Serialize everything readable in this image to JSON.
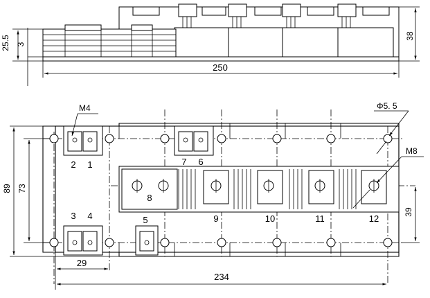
{
  "side_view": {
    "dims": {
      "height_total": "38",
      "height_base": "25.5",
      "height_plate": "3",
      "length": "250"
    }
  },
  "top_view": {
    "dims": {
      "hole_dia": "Φ5. 5",
      "screw_small": "M4",
      "screw_large": "M8",
      "height_outer": "89",
      "height_holes": "73",
      "term_offset": "39",
      "span_small": "29",
      "span_large": "234"
    },
    "terminals": [
      "1",
      "2",
      "3",
      "4",
      "5",
      "6",
      "7",
      "8",
      "9",
      "10",
      "11",
      "12"
    ]
  }
}
